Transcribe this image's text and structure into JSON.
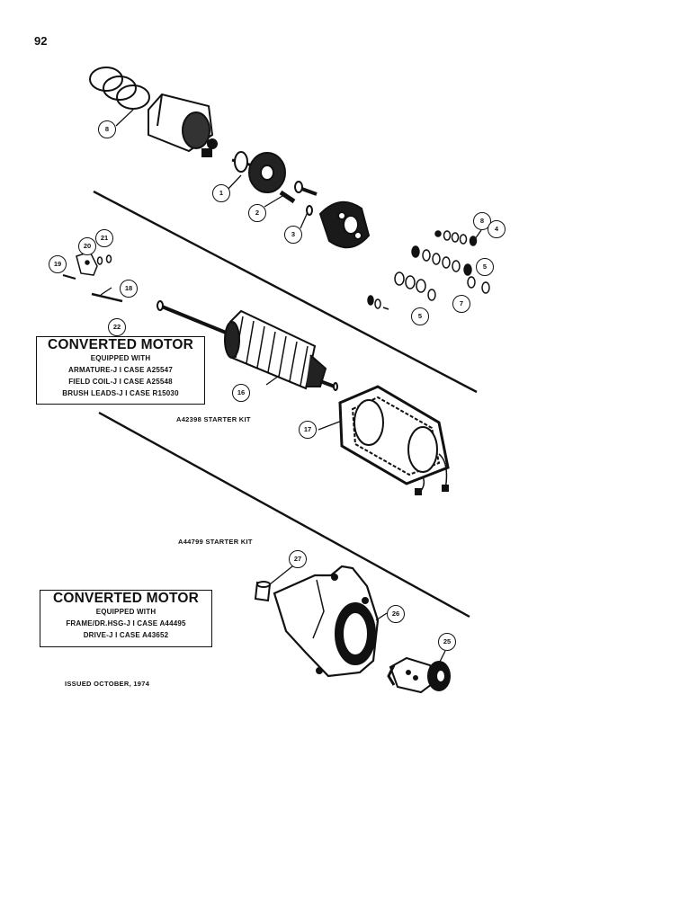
{
  "page_number": "92",
  "kits": {
    "upper": "A42398 STARTER KIT",
    "lower": "A44799 STARTER KIT"
  },
  "box_upper": {
    "title": "CONVERTED MOTOR",
    "subtitle": "EQUIPPED WITH",
    "lines": [
      "ARMATURE-J I CASE A25547",
      "FIELD COIL-J I CASE A25548",
      "BRUSH LEADS-J I CASE R15030"
    ]
  },
  "box_lower": {
    "title": "CONVERTED MOTOR",
    "subtitle": "EQUIPPED WITH",
    "lines": [
      "FRAME/DR.HSG-J I CASE A44495",
      "DRIVE-J I CASE A43652"
    ]
  },
  "issued": "ISSUED OCTOBER, 1974",
  "callouts": {
    "c1": "1",
    "c2": "2",
    "c3": "3",
    "c4": "4",
    "c5a": "5",
    "c5b": "5",
    "c7": "7",
    "c8a": "8",
    "c8b": "8",
    "c16": "16",
    "c17": "17",
    "c18": "18",
    "c19": "19",
    "c20": "20",
    "c21": "21",
    "c22": "22",
    "c25": "25",
    "c26": "26",
    "c27": "27"
  }
}
